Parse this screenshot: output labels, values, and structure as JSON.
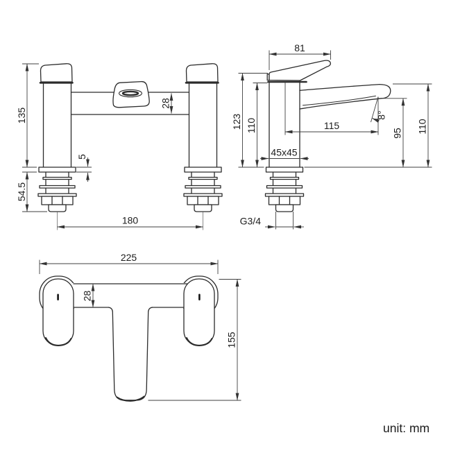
{
  "colors": {
    "line": "#2b2b2b",
    "dim": "#3f3f3f",
    "text": "#1c1c1c",
    "bg": "#ffffff"
  },
  "unit_label": "unit: mm",
  "front_view": {
    "dims": {
      "body_height": "135",
      "thread_length": "54.5",
      "plate_thickness": "5",
      "bar_height": "28",
      "inlet_centres": "180"
    }
  },
  "side_view": {
    "dims": {
      "handle_reach": "81",
      "overall_height": "123",
      "body_height": "110",
      "spout_reach": "115",
      "body_section": "45x45",
      "spout_angle": "8°",
      "outlet_height": "95",
      "spout_height": "110",
      "thread_size": "G3/4"
    }
  },
  "plan_view": {
    "dims": {
      "overall_width": "225",
      "bar_depth": "28",
      "overall_depth": "155"
    }
  }
}
